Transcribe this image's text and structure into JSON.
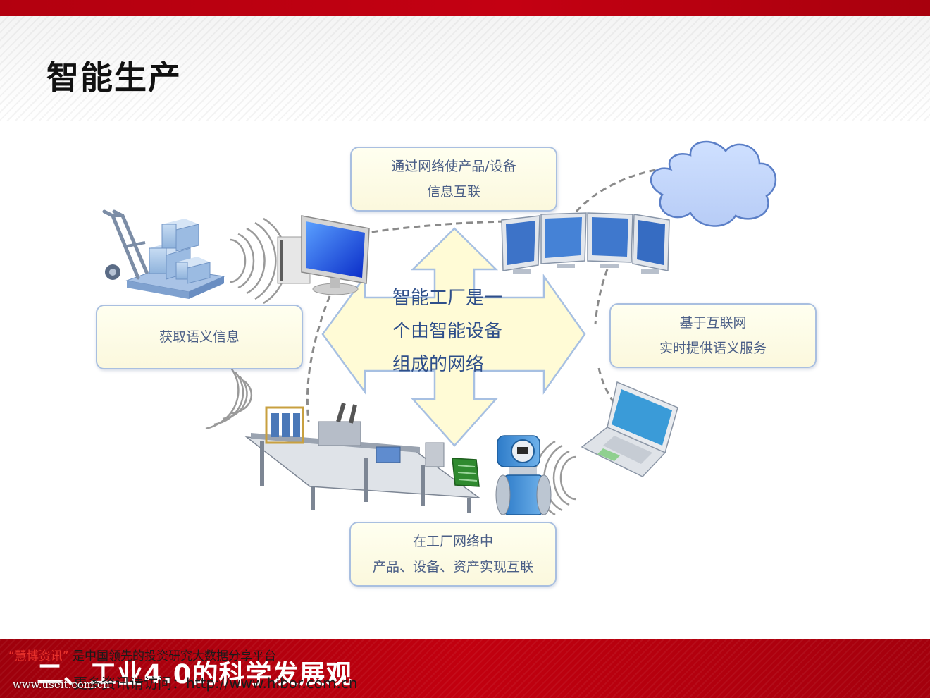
{
  "header": {
    "title": "智能生产"
  },
  "diagram": {
    "top_box": {
      "line1": "通过网络使产品/设备",
      "line2": "信息互联"
    },
    "left_box": {
      "line1": "获取语义信息"
    },
    "right_box": {
      "line1": "基于互联网",
      "line2": "实时提供语义服务"
    },
    "bottom_box": {
      "line1": "在工厂网络中",
      "line2": "产品、设备、资产实现互联"
    },
    "center": {
      "line1": "智能工厂是一",
      "line2": "个由智能设备",
      "line3": "组成的网络"
    }
  },
  "footer": {
    "title": "二、工业4.0的科学发展观",
    "watermark_brand": "“慧博资讯”",
    "watermark_text": " 是中国领先的投资研究大数据分享平台",
    "watermark_line2": "更多资讯请访问：http://www.hibor.com.cn",
    "site_mark": "www.useit.com.cn"
  },
  "colors": {
    "brand_red": "#c40012",
    "box_border": "#a9bfe0",
    "box_fill": "#fbf8dd",
    "text_blue": "#4a5e86",
    "arrow_fill": "#fffbd6"
  }
}
